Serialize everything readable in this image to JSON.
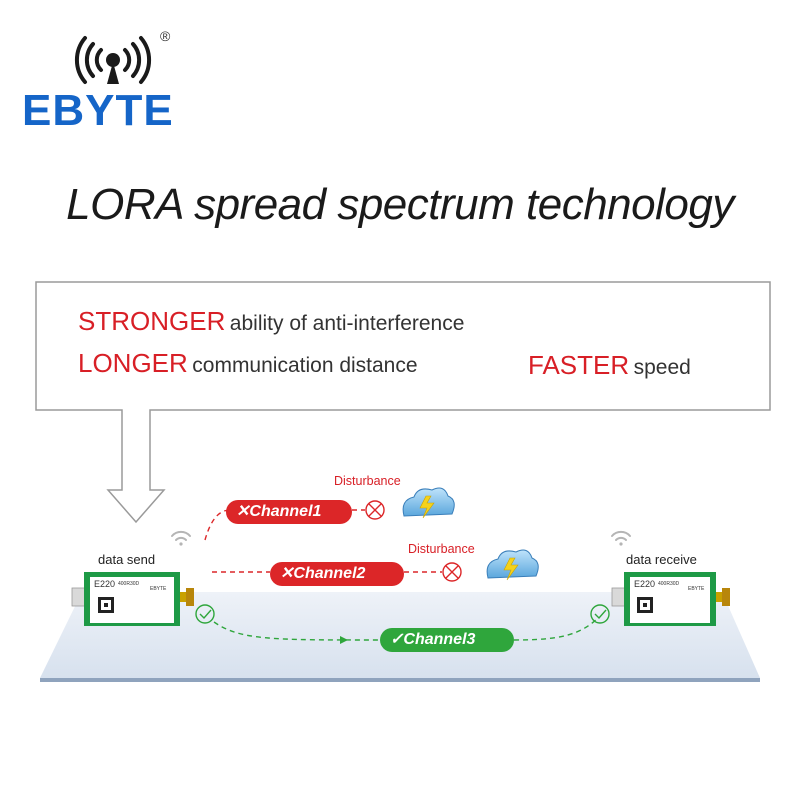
{
  "brand": {
    "name": "EBYTE",
    "registered_mark": "®",
    "color": "#1565c8"
  },
  "headline": "LORA spread spectrum technology",
  "features": [
    {
      "keyword": "STRONGER",
      "text": "ability of anti-interference"
    },
    {
      "keyword": "LONGER",
      "text": "communication distance"
    },
    {
      "keyword": "FASTER",
      "text": "speed"
    }
  ],
  "scene": {
    "send_label": "data send",
    "receive_label": "data receive",
    "module_model": "E220",
    "module_subtitle": "400R30D",
    "module_brand": "EBYTE",
    "channels": [
      {
        "label": "Channel1",
        "status": "blocked",
        "prefix_icon": "cross-icon",
        "disturbance": "Disturbance",
        "color": "#dc2628"
      },
      {
        "label": "Channel2",
        "status": "blocked",
        "prefix_icon": "cross-icon",
        "disturbance": "Disturbance",
        "color": "#dc2628"
      },
      {
        "label": "Channel3",
        "status": "ok",
        "prefix_icon": "check-icon",
        "color": "#2fa63c"
      }
    ]
  },
  "colors": {
    "accent_red": "#d81f26",
    "accent_green": "#2fa63c",
    "module_green": "#1e9a46"
  }
}
